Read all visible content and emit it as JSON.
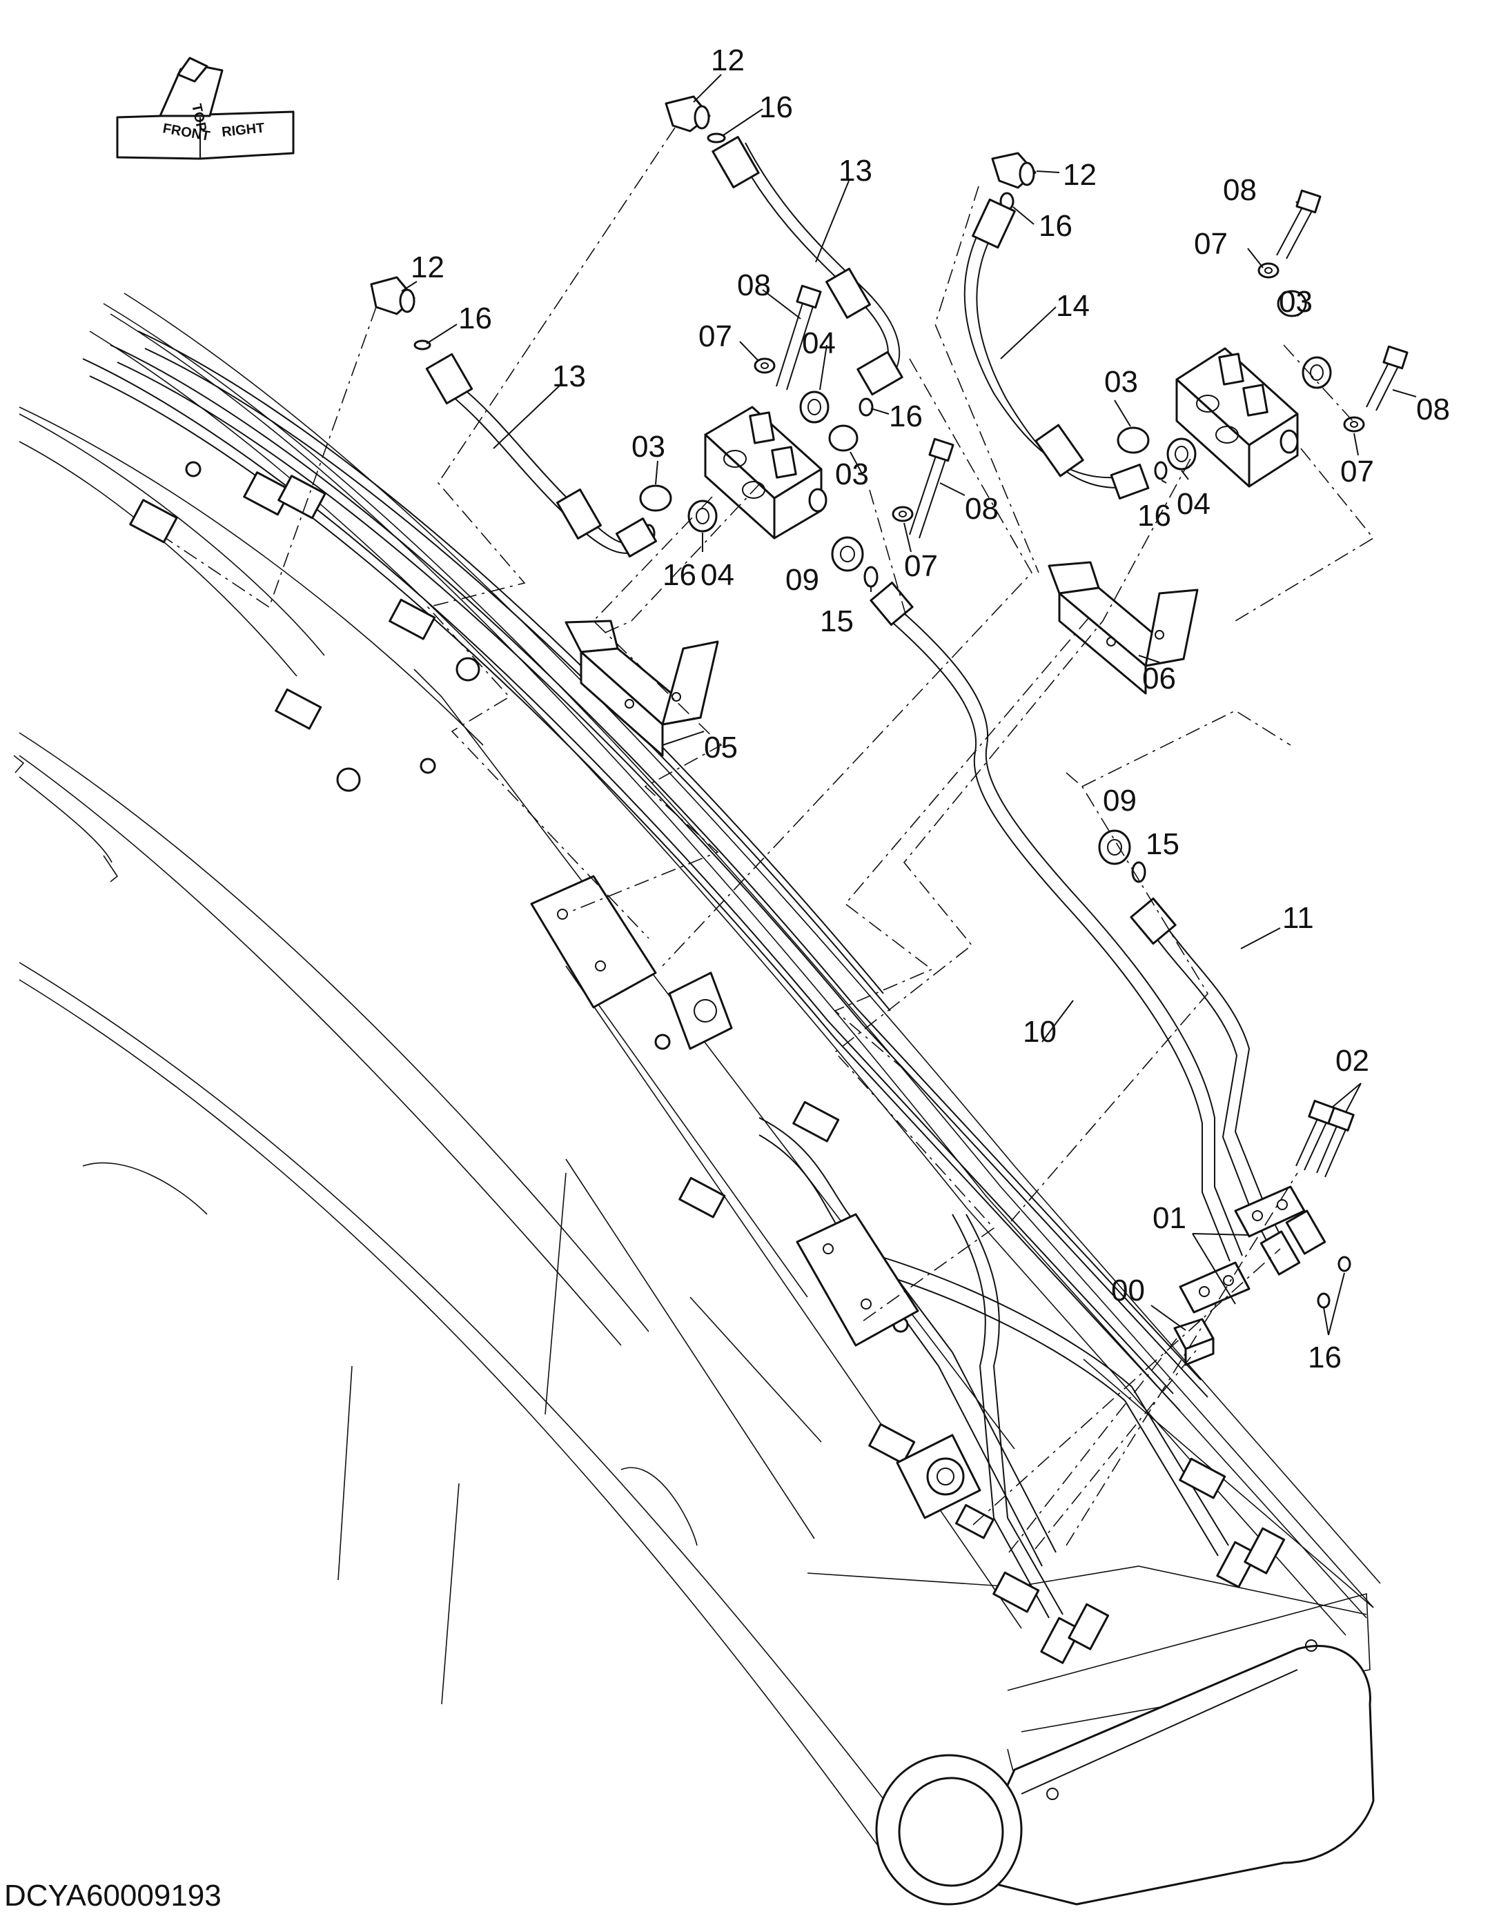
{
  "drawing_code": "DCYA60009193",
  "orientation": [
    "FRONT",
    "TOP",
    "RIGHT"
  ],
  "callouts": [
    {
      "id": "c12a",
      "text": "12"
    },
    {
      "id": "c16a",
      "text": "16"
    },
    {
      "id": "c13a",
      "text": "13"
    },
    {
      "id": "c12b",
      "text": "12"
    },
    {
      "id": "c16b",
      "text": "16"
    },
    {
      "id": "c08a",
      "text": "08"
    },
    {
      "id": "c07a",
      "text": "07"
    },
    {
      "id": "c03a",
      "text": "03"
    },
    {
      "id": "c12c",
      "text": "12"
    },
    {
      "id": "c16c",
      "text": "16"
    },
    {
      "id": "c13b",
      "text": "13"
    },
    {
      "id": "c14",
      "text": "14"
    },
    {
      "id": "c08b",
      "text": "08"
    },
    {
      "id": "c07b",
      "text": "07"
    },
    {
      "id": "c04a",
      "text": "04"
    },
    {
      "id": "c16d",
      "text": "16"
    },
    {
      "id": "c03b",
      "text": "03"
    },
    {
      "id": "c03c",
      "text": "03"
    },
    {
      "id": "c08c",
      "text": "08"
    },
    {
      "id": "c16e",
      "text": "16"
    },
    {
      "id": "c04b",
      "text": "04"
    },
    {
      "id": "c07c",
      "text": "07"
    },
    {
      "id": "c09a",
      "text": "09"
    },
    {
      "id": "c15a",
      "text": "15"
    },
    {
      "id": "c03d",
      "text": "03"
    },
    {
      "id": "c04c",
      "text": "04"
    },
    {
      "id": "c16f",
      "text": "16"
    },
    {
      "id": "c08d",
      "text": "08"
    },
    {
      "id": "c07d",
      "text": "07"
    },
    {
      "id": "c06",
      "text": "06"
    },
    {
      "id": "c05",
      "text": "05"
    },
    {
      "id": "c09b",
      "text": "09"
    },
    {
      "id": "c15b",
      "text": "15"
    },
    {
      "id": "c11",
      "text": "11"
    },
    {
      "id": "c10",
      "text": "10"
    },
    {
      "id": "c02",
      "text": "02"
    },
    {
      "id": "c01",
      "text": "01"
    },
    {
      "id": "c00",
      "text": "00"
    },
    {
      "id": "c16g",
      "text": "16"
    }
  ]
}
